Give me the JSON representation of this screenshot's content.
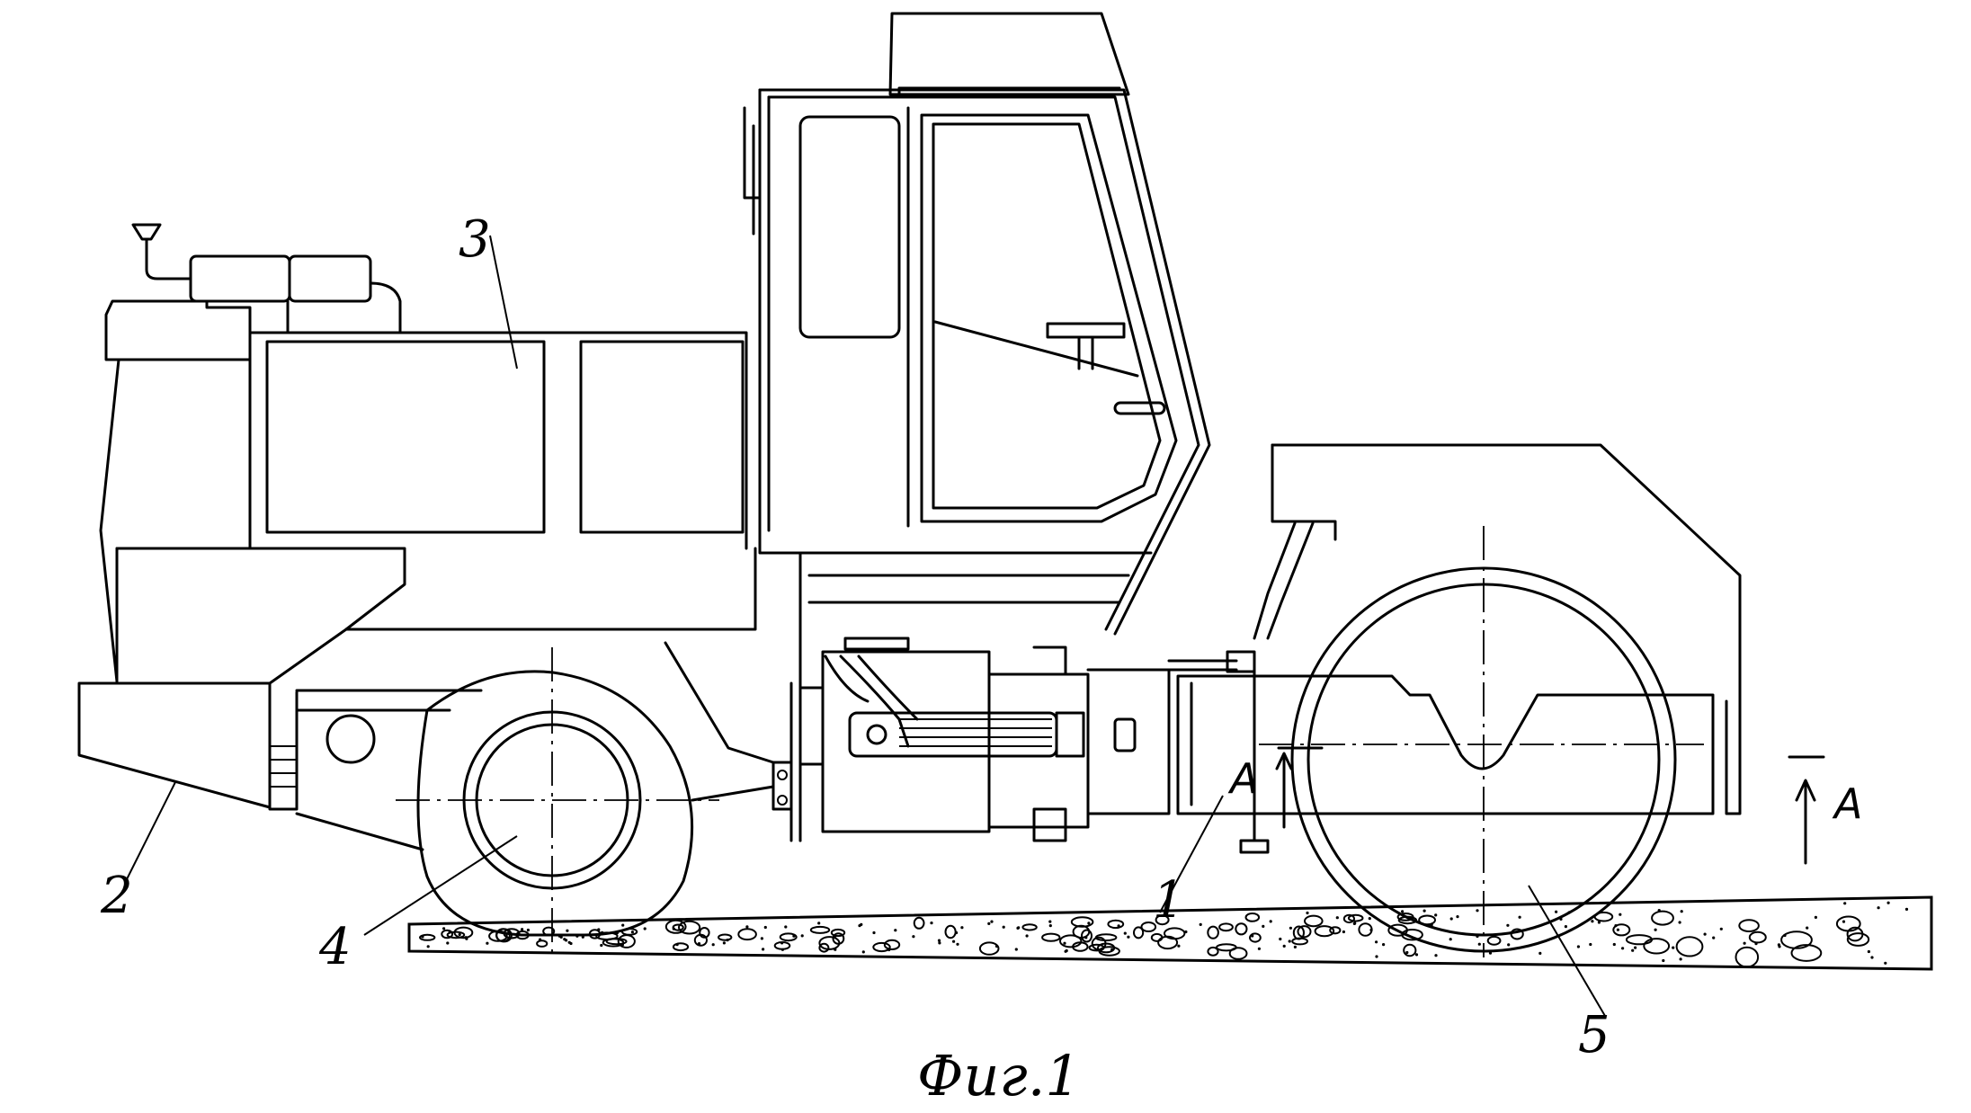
{
  "figure": {
    "caption": "Фиг.1",
    "labels": {
      "l1": "1",
      "l2": "2",
      "l3": "3",
      "l4": "4",
      "l5": "5"
    },
    "section_marker": "A",
    "section_marker_right": "A"
  }
}
